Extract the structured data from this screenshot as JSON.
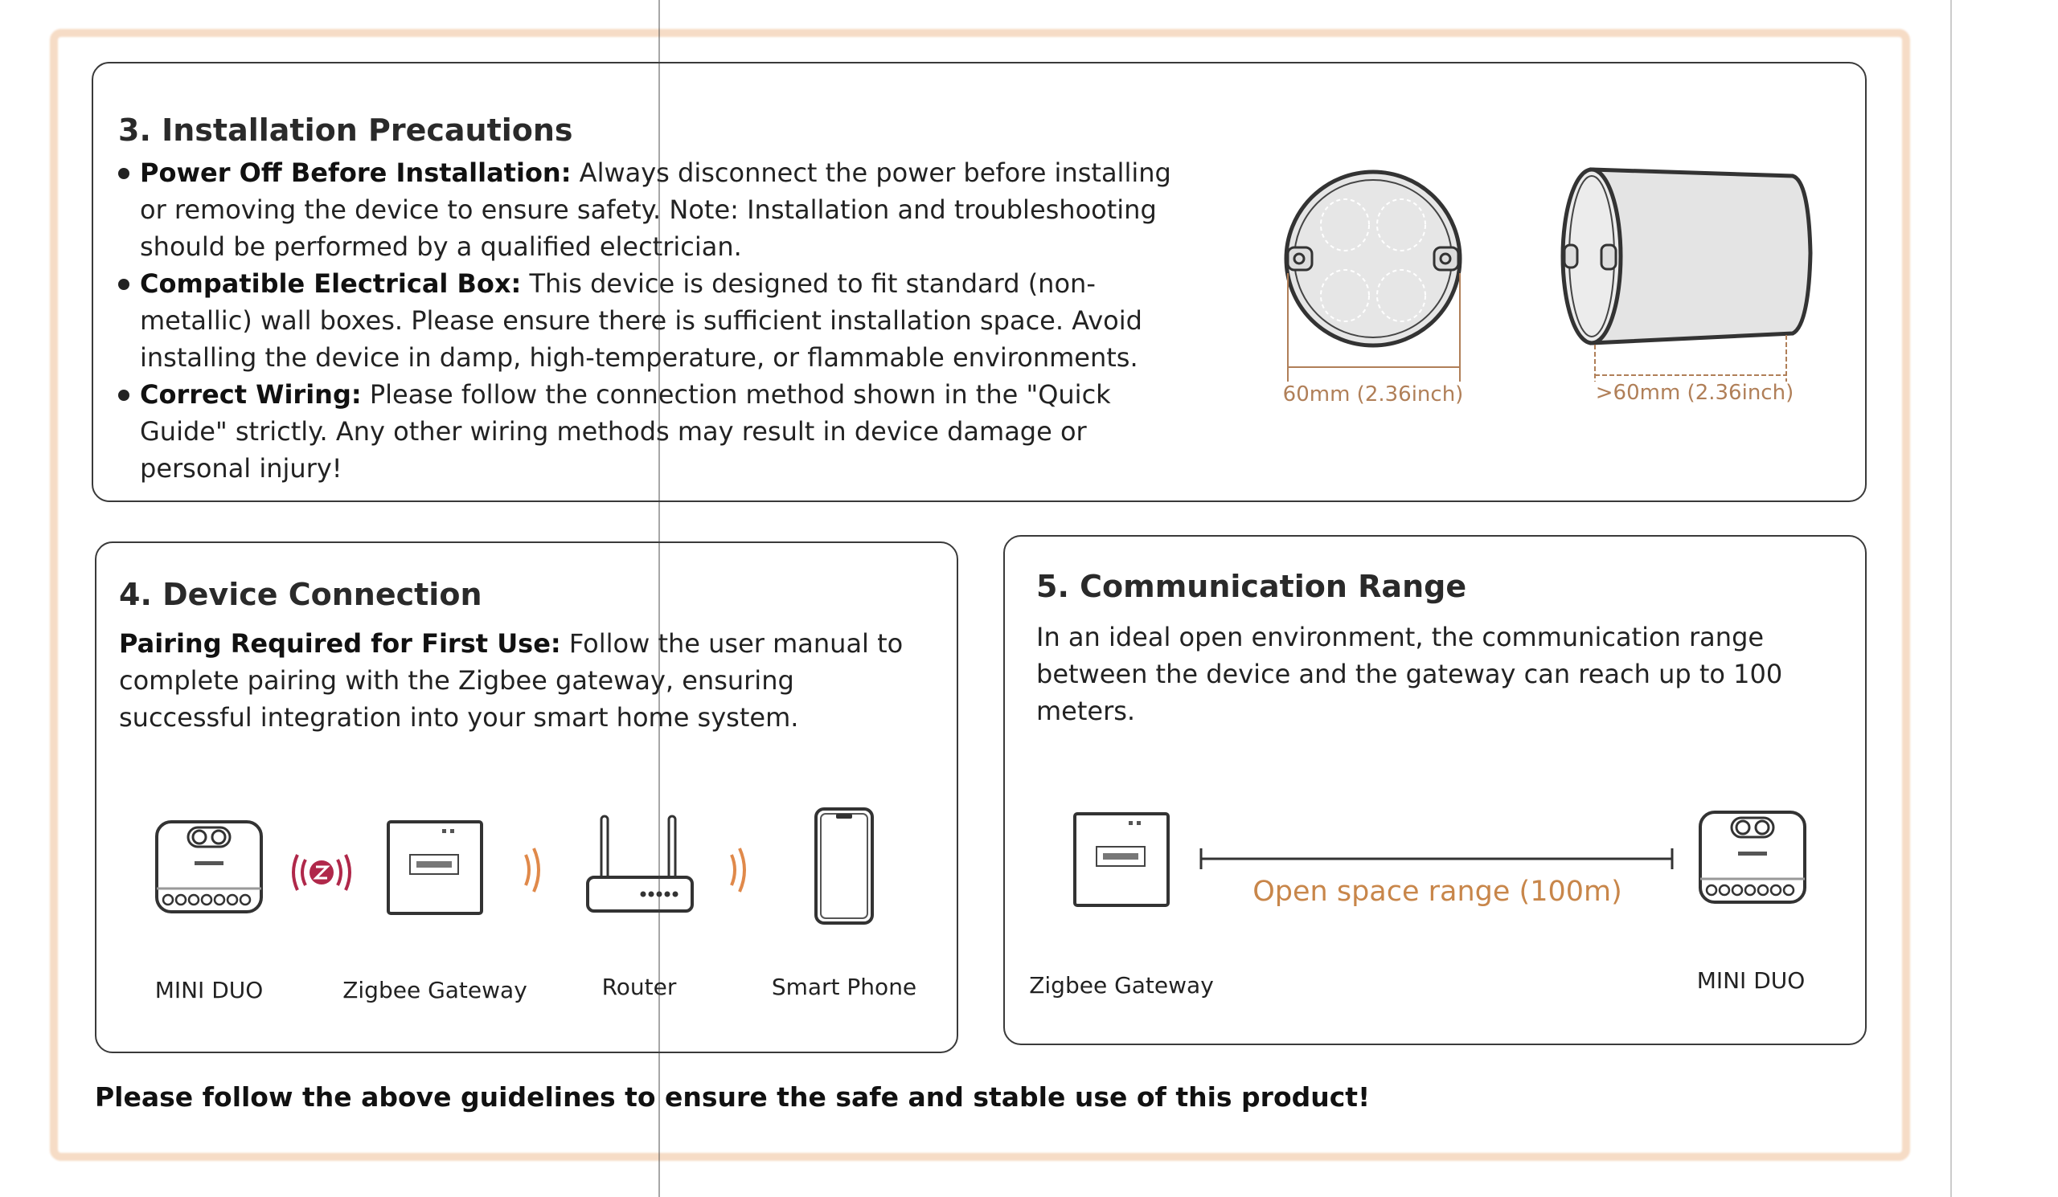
{
  "section3": {
    "title": "3. Installation Precautions",
    "items": [
      {
        "label": "Power Off Before Installation:",
        "text": " Always disconnect the power before installing or removing the device to ensure safety. Note: Installation and troubleshooting should be performed by a qualified electrician."
      },
      {
        "label": "Compatible Electrical Box:",
        "text": " This device is designed to fit standard (non-metallic) wall boxes. Please ensure there is sufficient installation space. Avoid installing the device in damp, high-temperature, or flammable environments."
      },
      {
        "label": "Correct Wiring:",
        "text": " Please follow the connection method shown in the \"Quick Guide\" strictly. Any other wiring methods may result in device damage or personal injury!"
      }
    ],
    "box_front_label": "60mm (2.36inch)",
    "box_side_label": ">60mm (2.36inch)"
  },
  "section4": {
    "title": "4. Device Connection",
    "lead": "Pairing Required for First Use:",
    "text": " Follow the user manual to complete pairing with the Zigbee gateway, ensuring successful integration into your smart home system.",
    "devices": [
      "MINI DUO",
      "Zigbee Gateway",
      "Router",
      "Smart Phone"
    ]
  },
  "section5": {
    "title": "5. Communication Range",
    "text": "In an ideal open environment, the communication range between the device and the gateway can reach up to 100 meters.",
    "range_label": "Open space range (100m)",
    "left_device": "Zigbee Gateway",
    "right_device": "MINI DUO"
  },
  "footer": "Please follow the above guidelines to ensure the safe and stable use of this product!",
  "colors": {
    "zigbee": "#b0284a",
    "wifi": "#e0894a",
    "dimension": "#b07f58",
    "range": "#c8864a"
  }
}
